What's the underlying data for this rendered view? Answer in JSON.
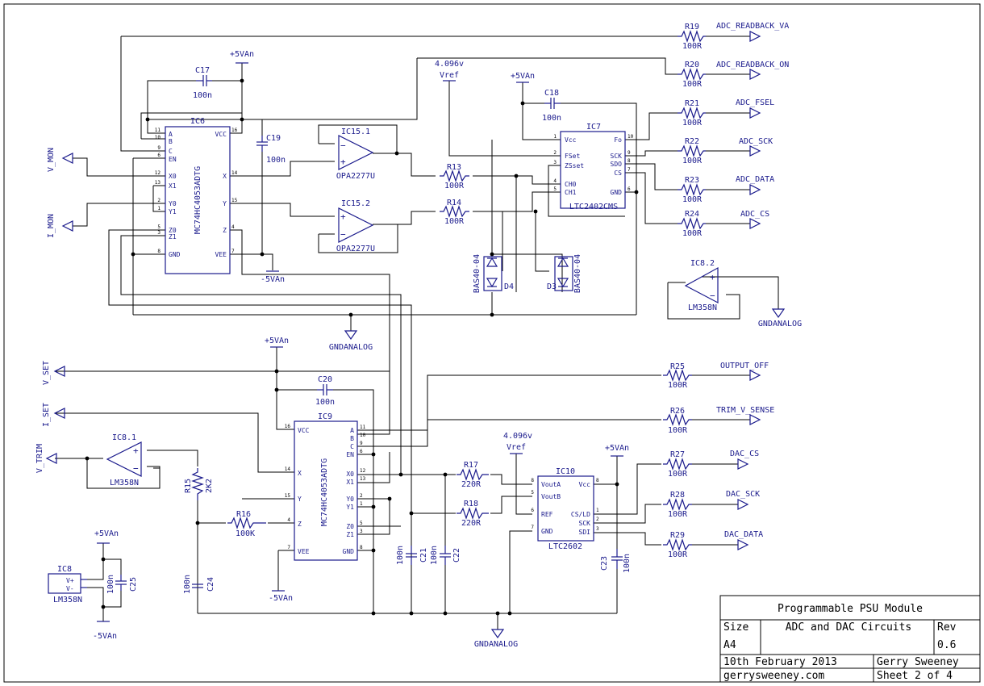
{
  "title_block": {
    "project": "Programmable PSU Module",
    "size_label": "Size",
    "size_value": "A4",
    "sheet_title": "ADC and DAC Circuits",
    "rev_label": "Rev",
    "rev_value": "0.6",
    "date": "10th February 2013",
    "author": "Gerry Sweeney",
    "website": "gerrysweeney.com",
    "sheet": "Sheet 2 of 4"
  },
  "ports_out": [
    {
      "label": "ADC_READBACK_VA"
    },
    {
      "label": "ADC_READBACK_ON"
    },
    {
      "label": "ADC_FSEL"
    },
    {
      "label": "ADC_SCK"
    },
    {
      "label": "ADC_DATA"
    },
    {
      "label": "ADC_CS"
    },
    {
      "label": "OUTPUT_OFF"
    },
    {
      "label": "TRIM_V_SENSE"
    },
    {
      "label": "DAC_CS"
    },
    {
      "label": "DAC_SCK"
    },
    {
      "label": "DAC_DATA"
    }
  ],
  "ports_in": [
    {
      "label": "V_MON"
    },
    {
      "label": "I_MON"
    },
    {
      "label": "V_SET"
    },
    {
      "label": "I_SET"
    },
    {
      "label": "V_TRIM"
    }
  ],
  "resistors": [
    {
      "ref": "R19",
      "value": "100R"
    },
    {
      "ref": "R20",
      "value": "100R"
    },
    {
      "ref": "R21",
      "value": "100R"
    },
    {
      "ref": "R22",
      "value": "100R"
    },
    {
      "ref": "R23",
      "value": "100R"
    },
    {
      "ref": "R24",
      "value": "100R"
    },
    {
      "ref": "R13",
      "value": "100R"
    },
    {
      "ref": "R14",
      "value": "100R"
    },
    {
      "ref": "R25",
      "value": "100R"
    },
    {
      "ref": "R26",
      "value": "100R"
    },
    {
      "ref": "R27",
      "value": "100R"
    },
    {
      "ref": "R28",
      "value": "100R"
    },
    {
      "ref": "R29",
      "value": "100R"
    },
    {
      "ref": "R17",
      "value": "220R"
    },
    {
      "ref": "R18",
      "value": "220R"
    },
    {
      "ref": "R16",
      "value": "100K"
    },
    {
      "ref": "R15",
      "value": "2K2"
    }
  ],
  "capacitors": [
    {
      "ref": "C17",
      "value": "100n"
    },
    {
      "ref": "C19",
      "value": "100n"
    },
    {
      "ref": "C18",
      "value": "100n"
    },
    {
      "ref": "C20",
      "value": "100n"
    },
    {
      "ref": "C21",
      "value": "100n"
    },
    {
      "ref": "C22",
      "value": "100n"
    },
    {
      "ref": "C23",
      "value": "100n"
    },
    {
      "ref": "C24",
      "value": "100n"
    },
    {
      "ref": "C25",
      "value": "100n"
    }
  ],
  "ics": {
    "ic6": {
      "ref": "IC6",
      "part": "MC74HC4053ADTG"
    },
    "ic9": {
      "ref": "IC9",
      "part": "MC74HC4053ADTG"
    },
    "ic7": {
      "ref": "IC7",
      "part": "LTC2402CMS"
    },
    "ic10": {
      "ref": "IC10",
      "part": "LTC2602"
    },
    "ic15_1": {
      "ref": "IC15.1",
      "part": "OPA2277U"
    },
    "ic15_2": {
      "ref": "IC15.2",
      "part": "OPA2277U"
    },
    "ic8_1": {
      "ref": "IC8.1",
      "part": "LM358N"
    },
    "ic8_2": {
      "ref": "IC8.2",
      "part": "LM358N"
    },
    "ic8": {
      "ref": "IC8",
      "part": "LM358N"
    }
  },
  "diodes": [
    {
      "ref": "D4",
      "part": "BAS40-04"
    },
    {
      "ref": "D3",
      "part": "BAS40-04"
    }
  ],
  "power": {
    "p5v": "+5VAn",
    "m5v": "-5VAn",
    "gnd": "GNDANALOG",
    "vref": "Vref",
    "vref_value": "4.096v"
  },
  "pins": {
    "ic6": {
      "A": "A",
      "B": "B",
      "C": "C",
      "EN": "EN",
      "X0": "X0",
      "X1": "X1",
      "Y0": "Y0",
      "Y1": "Y1",
      "Z0": "Z0",
      "Z1": "Z1",
      "GND": "GND",
      "VCC": "VCC",
      "X": "X",
      "Y": "Y",
      "Z": "Z",
      "VEE": "VEE"
    },
    "ic7": {
      "Vcc": "Vcc",
      "FSet": "FSet",
      "ZSset": "ZSset",
      "CH0": "CH0",
      "CH1": "CH1",
      "Fo": "Fo",
      "SCK": "SCK",
      "SDO": "SDO",
      "CS": "CS",
      "GND": "GND"
    },
    "ic10": {
      "VoutA": "VoutA",
      "VoutB": "VoutB",
      "REF": "REF",
      "GND": "GND",
      "Vcc": "Vcc",
      "CSLD": "CS/LD",
      "SCK": "SCK",
      "SDI": "SDI"
    },
    "ic8": {
      "Vp": "V+",
      "Vm": "V-"
    }
  },
  "pin_numbers": {
    "ic6_left": [
      "11",
      "10",
      "9",
      "6",
      "12",
      "13",
      "2",
      "1",
      "5",
      "3",
      "8"
    ],
    "ic6_right": [
      "16",
      "14",
      "15",
      "4",
      "7"
    ],
    "ic7_left": [
      "1",
      "2",
      "3",
      "4",
      "5"
    ],
    "ic7_right": [
      "10",
      "9",
      "8",
      "7",
      "6"
    ],
    "ic9_left": [
      "16",
      "14",
      "15",
      "4",
      "7"
    ],
    "ic9_right": [
      "11",
      "10",
      "9",
      "6",
      "12",
      "13",
      "2",
      "1",
      "5",
      "3",
      "8"
    ],
    "ic10_left": [
      "8",
      "5",
      "6",
      "7"
    ],
    "ic10_right": [
      "8",
      "1",
      "2",
      "3"
    ]
  }
}
